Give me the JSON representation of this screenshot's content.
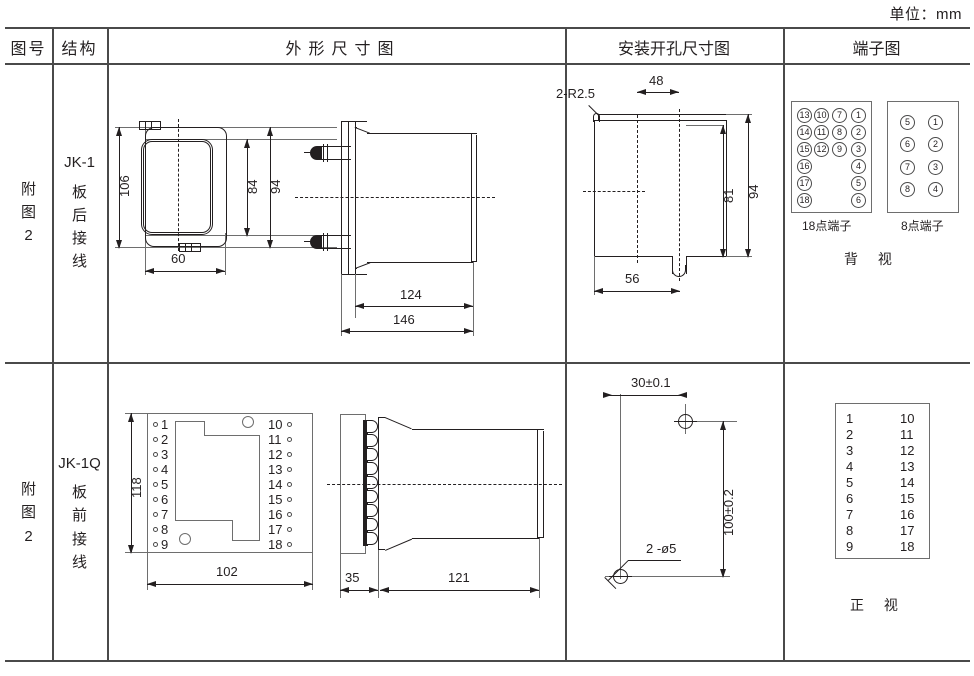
{
  "unit_note": "单位：mm",
  "table": {
    "headers": [
      {
        "key": "fig_no",
        "label": "图号"
      },
      {
        "key": "structure",
        "label": "结构"
      },
      {
        "key": "outline",
        "label": "外形尺寸图"
      },
      {
        "key": "mounting",
        "label": "安装开孔尺寸图"
      },
      {
        "key": "terminal",
        "label": "端子图"
      }
    ],
    "rows": [
      {
        "fig_no_chars": [
          "附",
          "图",
          "2"
        ],
        "model": "JK-1",
        "structure_chars": [
          "板",
          "后",
          "接",
          "线"
        ],
        "outline_dims": {
          "height_overall": "106",
          "height_inner": "84",
          "height_flange": "94",
          "width_front": "60",
          "depth_body": "124",
          "depth_total": "146"
        },
        "mounting_dims": {
          "corner_radius": "2-R2.5",
          "top_offset": "48",
          "inner_height": "81",
          "outer_height": "94",
          "width": "56"
        },
        "terminal": {
          "view_label": "背 视",
          "blocks": [
            {
              "caption": "18点端子",
              "type": "circled",
              "columns": [
                [
                  "13",
                  "14",
                  "15",
                  "16",
                  "17",
                  "18"
                ],
                [
                  "10",
                  "11",
                  "12"
                ],
                [
                  "7",
                  "8",
                  "9"
                ],
                [
                  "1",
                  "2",
                  "3",
                  "4",
                  "5",
                  "6"
                ]
              ]
            },
            {
              "caption": "8点端子",
              "type": "circled",
              "columns": [
                [
                  "5",
                  "6",
                  "7",
                  "8"
                ],
                [
                  "1",
                  "2",
                  "3",
                  "4"
                ]
              ]
            }
          ]
        }
      },
      {
        "fig_no_chars": [
          "附",
          "图",
          "2"
        ],
        "model": "JK-1Q",
        "structure_chars": [
          "板",
          "前",
          "接",
          "线"
        ],
        "outline_dims": {
          "height_overall": "118",
          "width_front": "102",
          "depth_flange": "35",
          "depth_body": "121"
        },
        "front_terminals": {
          "left": [
            "1",
            "2",
            "3",
            "4",
            "5",
            "6",
            "7",
            "8",
            "9"
          ],
          "right": [
            "10",
            "11",
            "12",
            "13",
            "14",
            "15",
            "16",
            "17",
            "18"
          ]
        },
        "mounting_dims": {
          "horizontal": "30±0.1",
          "vertical": "100±0.2",
          "holes": "2 -ø5"
        },
        "terminal": {
          "view_label": "正 视",
          "blocks": [
            {
              "caption": "",
              "type": "plain",
              "columns": [
                [
                  "1",
                  "2",
                  "3",
                  "4",
                  "5",
                  "6",
                  "7",
                  "8",
                  "9"
                ],
                [
                  "10",
                  "11",
                  "12",
                  "13",
                  "14",
                  "15",
                  "16",
                  "17",
                  "18"
                ]
              ]
            }
          ]
        }
      }
    ]
  },
  "colors": {
    "line": "#231f20",
    "rule": "#4a4a4a",
    "light": "#6e6e6e"
  }
}
